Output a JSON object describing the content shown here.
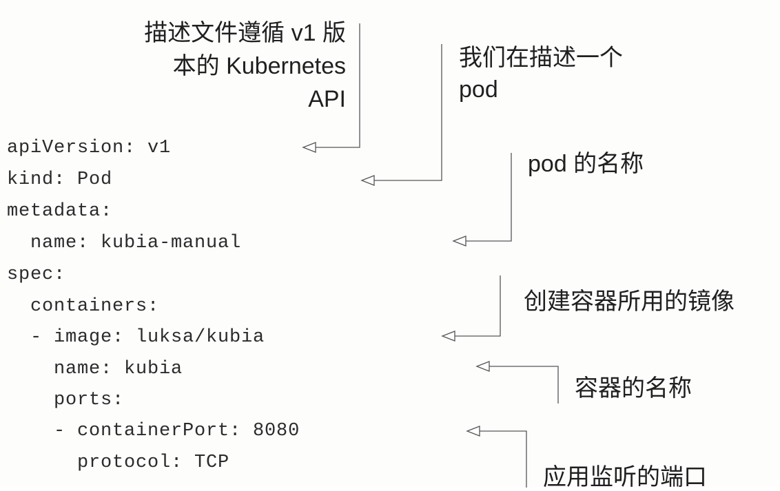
{
  "code": {
    "lines": [
      "apiVersion: v1",
      "kind: Pod",
      "metadata:",
      "  name: kubia-manual",
      "spec:",
      "  containers:",
      "  - image: luksa/kubia",
      "    name: kubia",
      "    ports:",
      "    - containerPort: 8080",
      "      protocol: TCP"
    ]
  },
  "annotations": {
    "api_version": [
      "描述文件遵循 v1 版",
      "本的 Kubernetes",
      "API"
    ],
    "kind": [
      "我们在描述一个",
      "pod"
    ],
    "pod_name": "pod 的名称",
    "image": "创建容器所用的镜像",
    "container_name": "容器的名称",
    "port": "应用监听的端口"
  }
}
